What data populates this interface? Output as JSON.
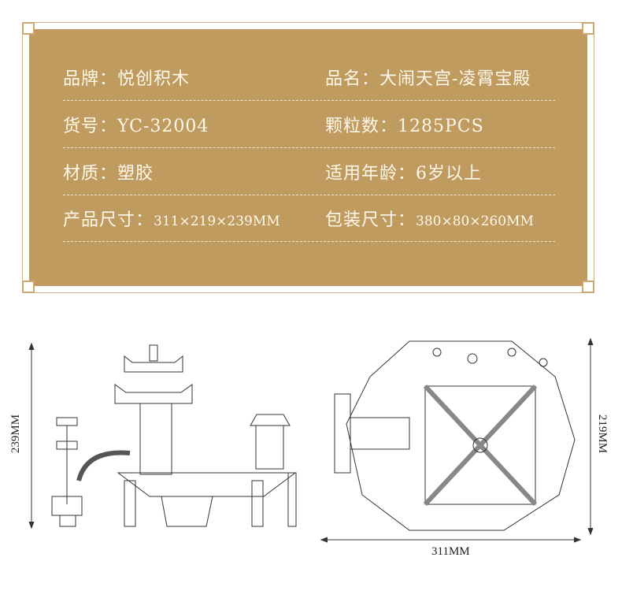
{
  "specs": [
    {
      "left": {
        "label": "品牌：",
        "value": "悦创积木"
      },
      "right": {
        "label": "品名：",
        "value": "大闹天宫-凌霄宝殿"
      }
    },
    {
      "left": {
        "label": "货号：",
        "value": "YC-32004"
      },
      "right": {
        "label": "颗粒数：",
        "value": "1285PCS"
      }
    },
    {
      "left": {
        "label": "材质：",
        "value": "塑胶"
      },
      "right": {
        "label": "适用年龄：",
        "value": "6岁以上"
      }
    },
    {
      "left": {
        "label": "产品尺寸：",
        "value": "311×219×239MM"
      },
      "right": {
        "label": "包装尺寸：",
        "value": "380×80×260MM"
      }
    }
  ],
  "dimensions": {
    "height": "239MM",
    "depth": "219MM",
    "width": "311MM"
  },
  "colors": {
    "panel": "#bf9b60",
    "text": "#fff8ea"
  }
}
